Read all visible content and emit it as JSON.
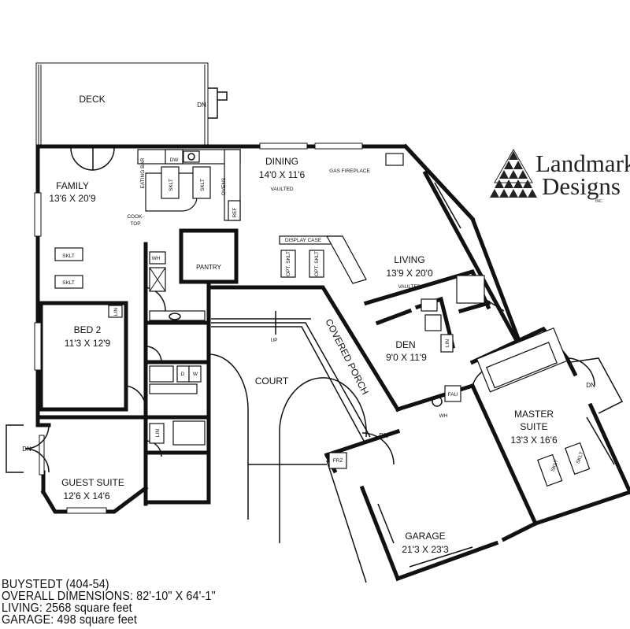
{
  "logo": {
    "line1": "Landmark",
    "line2": "Designs",
    "small": "INC."
  },
  "rooms": {
    "deck": "DECK",
    "family": {
      "name": "FAMILY",
      "size": "13'6 X 20'9"
    },
    "dining": {
      "name": "DINING",
      "size": "14'0 X 11'6",
      "note": "VAULTED"
    },
    "living": {
      "name": "LIVING",
      "size": "13'9 X 20'0",
      "note": "VAULTED"
    },
    "bed2": {
      "name": "BED 2",
      "size": "11'3 X 12'9"
    },
    "guest": {
      "name": "GUEST SUITE",
      "size": "12'6 X 14'6"
    },
    "den": {
      "name": "DEN",
      "size": "9'0 X 11'9"
    },
    "court": "COURT",
    "covered_porch": "COVERED PORCH",
    "master": {
      "name1": "MASTER",
      "name2": "SUITE",
      "size": "13'3 X 16'6"
    },
    "garage": {
      "name": "GARAGE",
      "size": "21'3 X 23'3"
    },
    "pantry": "PANTRY"
  },
  "labels": {
    "dn": "DN",
    "up": "UP",
    "sklt": "SKLT",
    "opt_sklt": "OPT. SKLT",
    "lin": "LIN",
    "wh": "WH",
    "fau": "FAU",
    "frz": "FRZ",
    "dw": "DW",
    "d": "D",
    "w": "W",
    "ref": "REF",
    "ovens": "OVENS",
    "eating_bar": "EATING BAR",
    "cooktop1": "COOK-",
    "cooktop2": "TOP",
    "display_case": "DISPLAY CASE",
    "gas_fireplace": "GAS FIREPLACE"
  },
  "info": {
    "line1": "BUYSTEDT (404-54)",
    "line2": "OVERALL DIMENSIONS: 82'-10\" X 64'-1\"",
    "line3": "LIVING: 2568 square feet",
    "line4": "GARAGE: 498 square feet"
  }
}
